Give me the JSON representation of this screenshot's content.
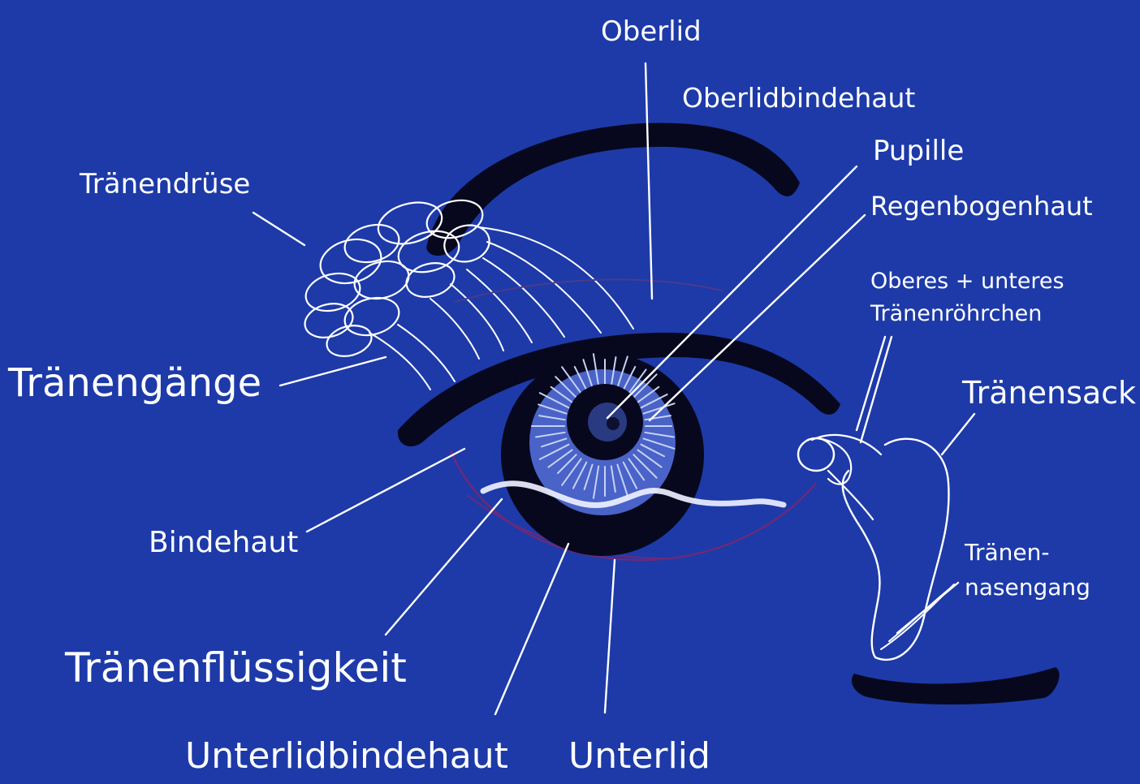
{
  "colors": {
    "background": "#1d3aa8",
    "ink": "#07081e",
    "chalk": "#ffffff",
    "iris": "#4a63c8",
    "lid_line": "#6a2a7a"
  },
  "labels": {
    "oberlid": "Oberlid",
    "oberlidbindehaut": "Oberlidbindehaut",
    "pupille": "Pupille",
    "regenbogenhaut": "Regenbogenhaut",
    "traenenroehrchen_1": "Oberes + unteres",
    "traenenroehrchen_2": "Tränenröhrchen",
    "traenensack": "Tränensack",
    "traenennasengang_1": "Tränen-",
    "traenennasengang_2": "nasengang",
    "traenendruese": "Tränendrüse",
    "traenengaenge": "Tränengänge",
    "bindehaut": "Bindehaut",
    "traenenfluessigkeit": "Tränenflüssigkeit",
    "unterlidbindehaut": "Unterlidbindehaut",
    "unterlid": "Unterlid"
  }
}
